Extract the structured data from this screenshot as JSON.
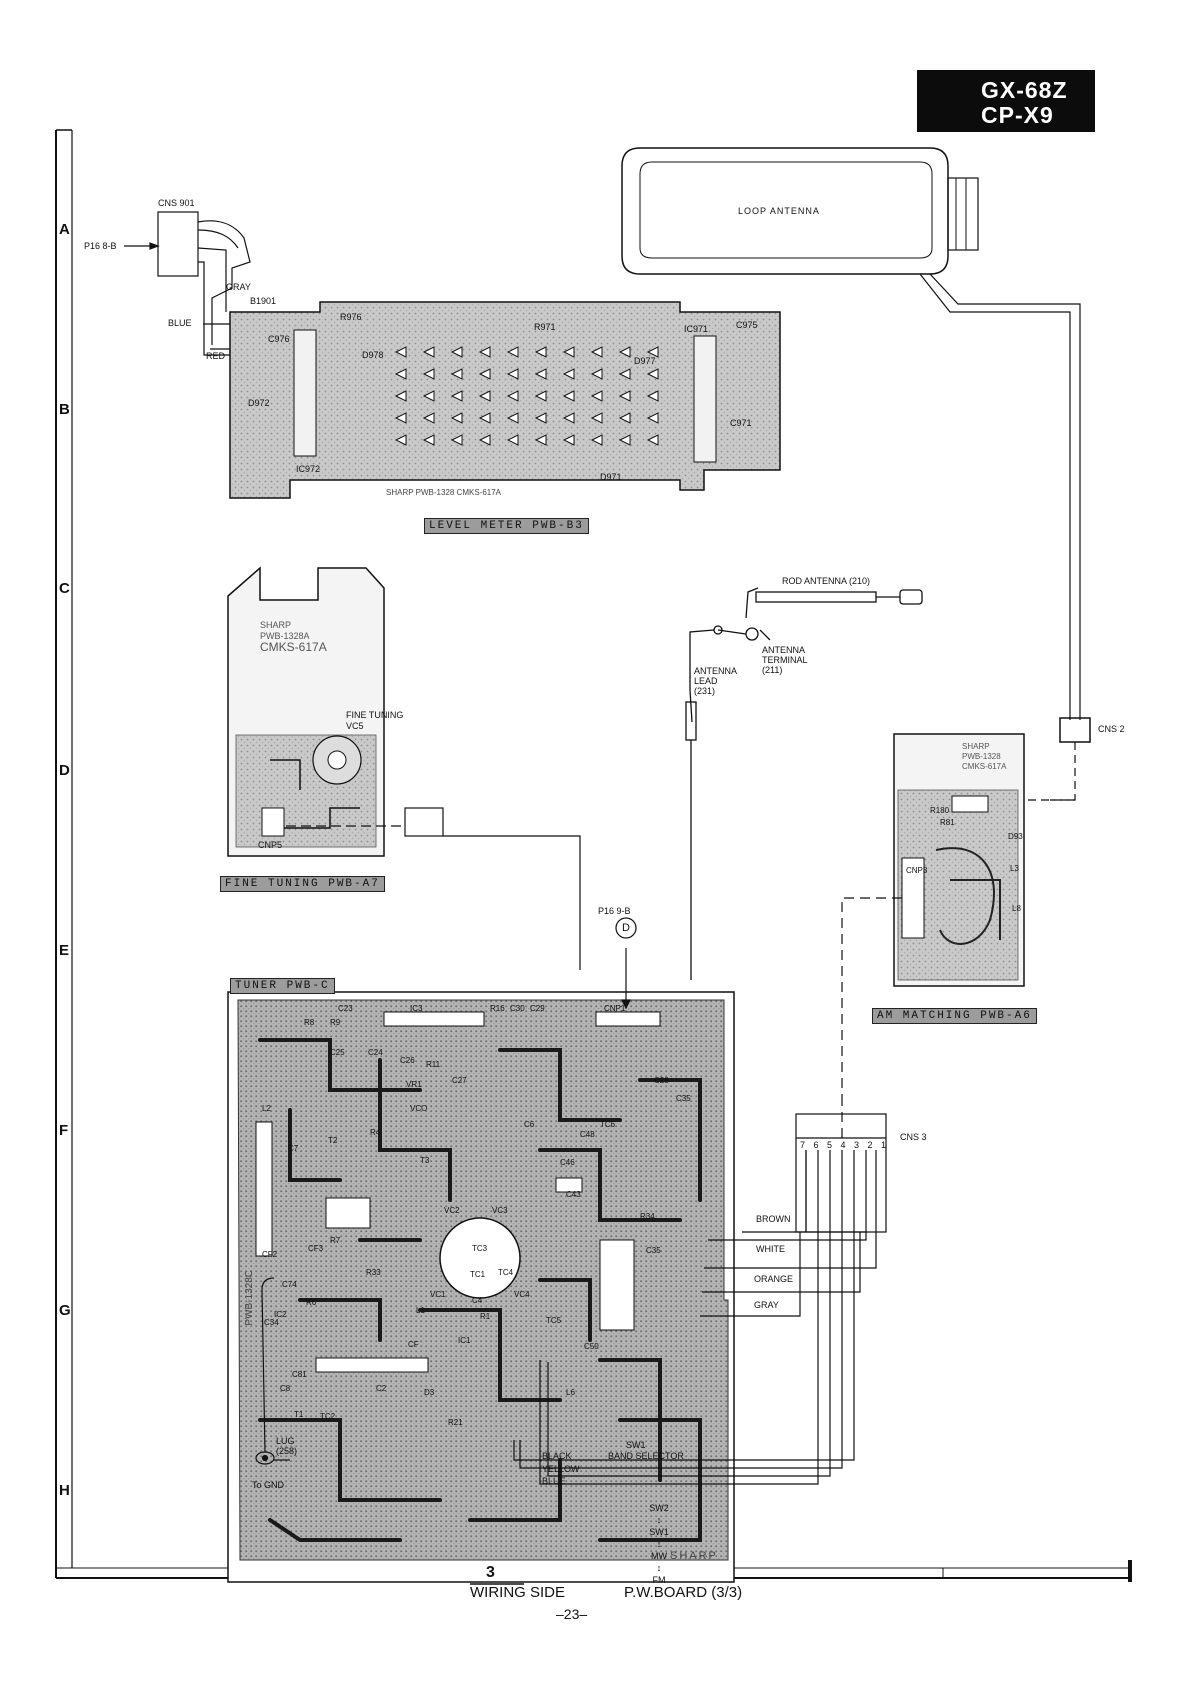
{
  "model": {
    "line1": "GX-68Z",
    "line2": "CP-X9"
  },
  "rows": [
    "A",
    "B",
    "C",
    "D",
    "E",
    "F",
    "G",
    "H"
  ],
  "boards": {
    "level_meter": "LEVEL METER PWB-B3",
    "fine_tuning": "FINE TUNING PWB-A7",
    "tuner": "TUNER PWB-C",
    "am_matching": "AM MATCHING PWB-A6"
  },
  "labels": {
    "loop_antenna": "LOOP ANTENNA",
    "rod_antenna": "ROD ANTENNA (210)",
    "antenna_terminal": [
      "ANTENNA",
      "TERMINAL",
      "(211)"
    ],
    "antenna_lead": [
      "ANTENNA",
      "LEAD",
      "(231)"
    ],
    "cns901": "CNS 901",
    "p16_8b": "P16 8-B",
    "p16_9b": "P16 9-B",
    "marker_d": "D",
    "gray": "GRAY",
    "blue": "BLUE",
    "red": "RED",
    "b1901": "B1901",
    "fine_tuning": [
      "FINE TUNING",
      "VC5"
    ],
    "cnp5": "CNP5",
    "cns2": "CNS 2",
    "cns3": "CNS 3",
    "cns3_pins": "7 6 5 4 3 2 1",
    "wires": [
      "BROWN",
      "WHITE",
      "ORANGE",
      "GRAY"
    ],
    "lug": [
      "LUG",
      "(258)",
      "To GND"
    ],
    "sw1": [
      "SW1",
      "BAND SELECTOR"
    ],
    "black": "BLACK",
    "yellow": "YELLOW",
    "blue_wire": "BLUE",
    "switch_chain": [
      "SW2",
      "SW1",
      "MW",
      "FM"
    ],
    "ic971": "IC971",
    "ic972": "IC972",
    "c975": "C975",
    "c971": "C971",
    "c976": "C976",
    "r976": "R976",
    "r971": "R971",
    "d978": "D978",
    "d977": "D977",
    "d971": "D971",
    "d972": "D972",
    "sharp_pwb_b3": "SHARP PWB-1328 CMKS-617A",
    "sharp_pwb_a7": [
      "SHARP",
      "PWB-1328A",
      "CMKS-617A"
    ],
    "sharp_pwb_a6": [
      "SHARP",
      "PWB-1328",
      "CMKS-617A"
    ],
    "pwb1328c": "PWB-1328C",
    "sharp": "SHARP",
    "tuner_parts": [
      "C23",
      "R8",
      "R9",
      "R16",
      "C30",
      "C29",
      "IC3",
      "CNP1",
      "C25",
      "C24",
      "C26",
      "R11",
      "VR1",
      "C27",
      "C28",
      "VCO",
      "R4",
      "T2",
      "C6",
      "C48",
      "TC6",
      "C35",
      "C7",
      "L2",
      "T3",
      "C46",
      "VC2",
      "VC3",
      "TC3",
      "C43",
      "R34",
      "C35",
      "TC1",
      "TC4",
      "VC1",
      "VC4",
      "CF2",
      "CF3",
      "R7",
      "C74",
      "R33",
      "R6",
      "IC2",
      "L1",
      "C4",
      "R1",
      "CF",
      "IC1",
      "C81",
      "C8",
      "C2",
      "D3",
      "T1",
      "TC2",
      "TC5",
      "C50",
      "L6",
      "R21",
      "C34"
    ],
    "am_parts": [
      "R180",
      "R81",
      "D93",
      "L3",
      "CNP3",
      "L8"
    ]
  },
  "footer": {
    "sheet_number": "3",
    "wiring_side": "WIRING SIDE",
    "pw_board": "P.W.BOARD (3/3)",
    "page": "–23–"
  }
}
